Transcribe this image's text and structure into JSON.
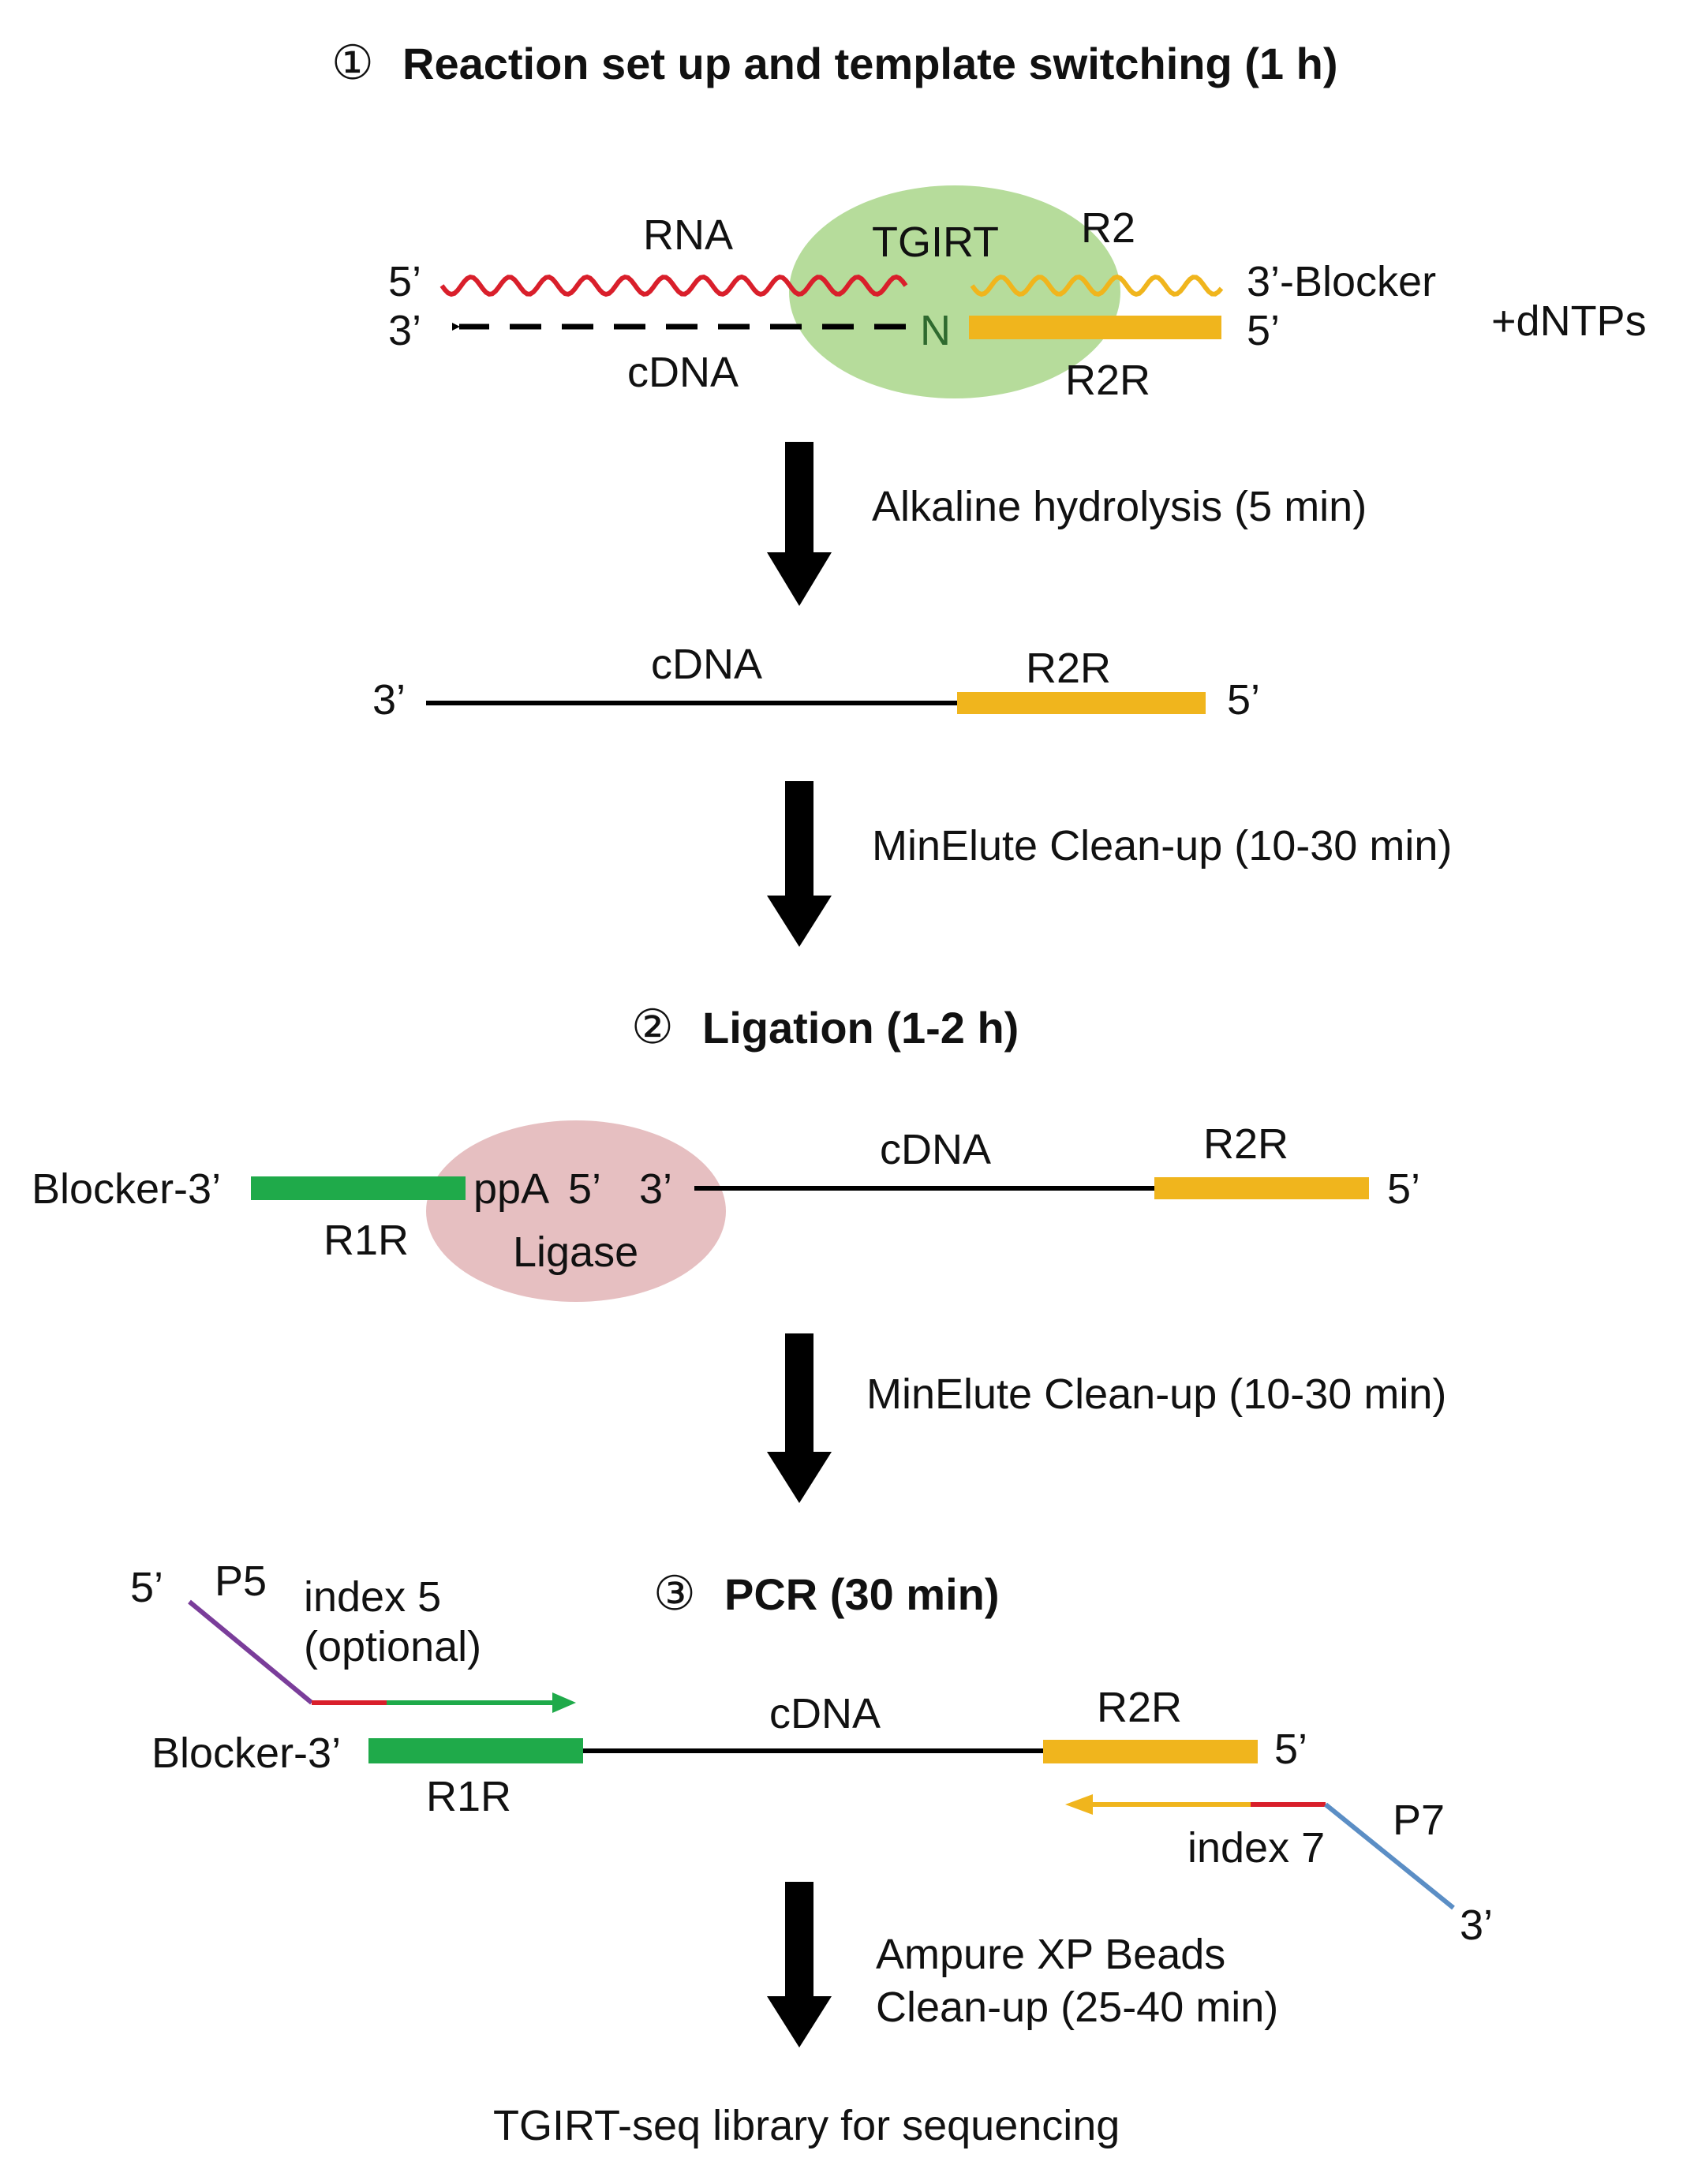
{
  "colors": {
    "rna_red": "#d91f2b",
    "adapter_yellow": "#f0b51d",
    "r1r_green": "#1faa4a",
    "tgirt_bubble": "#a9d68a",
    "ligase_bubble": "#e2b4b6",
    "p5_purple": "#7a3d9a",
    "p7_blue": "#5b8ec5",
    "arrow_black": "#000000"
  },
  "icons": {
    "step_marker": "circled-number",
    "process_arrow": "down-arrow"
  },
  "step1": {
    "number": "①",
    "title": "Reaction set up and template switching (1 h)",
    "rna_label": "RNA",
    "tgirt_label": "TGIRT",
    "r2_label": "R2",
    "five_prime_left": "5’",
    "three_prime_left": "3’",
    "blocker_right": "3’-Blocker",
    "five_prime_right": "5’",
    "n_label": "N",
    "cdna_label": "cDNA",
    "r2r_label": "R2R",
    "dntps": "+dNTPs"
  },
  "arrow1": {
    "label": "Alkaline hydrolysis (5 min)"
  },
  "intermediate1": {
    "three_prime": "3’",
    "cdna_label": "cDNA",
    "r2r_label": "R2R",
    "five_prime": "5’"
  },
  "arrow2": {
    "label": "MinElute Clean-up (10-30 min)"
  },
  "step2": {
    "number": "②",
    "title": "Ligation (1-2 h)",
    "blocker_left": "Blocker-3’",
    "ppa": "ppA",
    "five_prime_mid": "5’",
    "three_prime_mid": "3’",
    "cdna_label": "cDNA",
    "r2r_label": "R2R",
    "five_prime_right": "5’",
    "r1r_label": "R1R",
    "ligase_label": "Ligase"
  },
  "arrow3": {
    "label": "MinElute Clean-up (10-30 min)"
  },
  "step3": {
    "number": "③",
    "title": "PCR (30 min)",
    "five_prime_p5": "5’",
    "p5_label": "P5",
    "index5_line1": "index 5",
    "index5_line2": "(optional)",
    "blocker_left": "Blocker-3’",
    "cdna_label": "cDNA",
    "r2r_label": "R2R",
    "five_prime_right": "5’",
    "r1r_label": "R1R",
    "index7_label": "index 7",
    "p7_label": "P7",
    "three_prime_p7": "3’"
  },
  "arrow4": {
    "label_line1": "Ampure XP Beads",
    "label_line2": "Clean-up (25-40 min)"
  },
  "final": {
    "label": "TGIRT-seq library for sequencing"
  }
}
